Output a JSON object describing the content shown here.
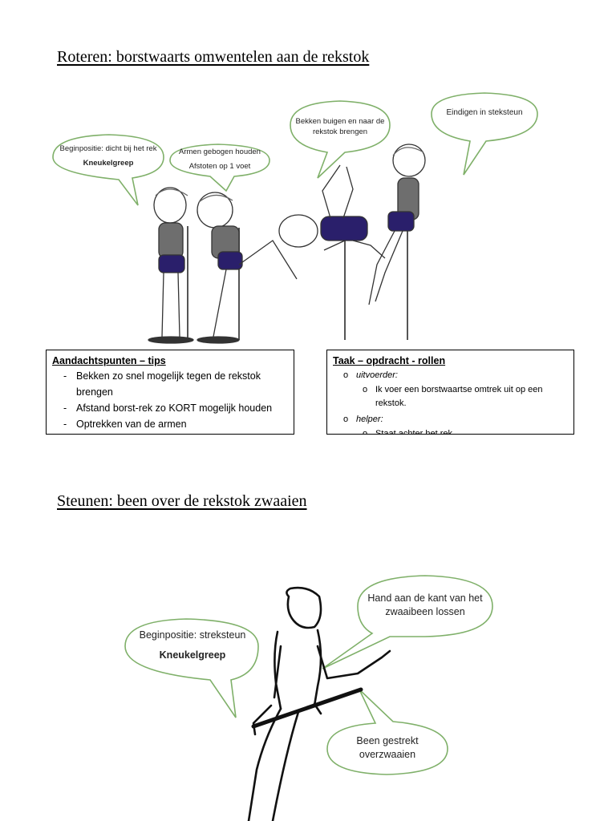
{
  "section1": {
    "title": "Roteren: borstwaarts omwentelen aan de rekstok",
    "bubbles": {
      "b1_line1": "Beginpositie: dicht bij het rek",
      "b1_line2": "Kneukelgreep",
      "b2_line1": "Armen gebogen houden",
      "b2_line2": "Afstoten op 1 voet",
      "b3": "Bekken buigen en naar de rekstok brengen",
      "b4": "Eindigen in steksteun"
    },
    "tips": {
      "title": "Aandachtspunten – tips",
      "items": [
        "Bekken zo snel mogelijk tegen de rekstok brengen",
        "Afstand borst-rek zo KORT mogelijk houden",
        "Optrekken van de armen"
      ]
    },
    "task": {
      "title": "Taak – opdracht - rollen",
      "role1": "uitvoerder:",
      "role1_text": "Ik voer een borstwaartse omtrek uit op een rekstok.",
      "role2": "helper:",
      "role2_text": "Staat achter het rek"
    }
  },
  "section2": {
    "title": "Steunen: been over de rekstok zwaaien",
    "bubbles": {
      "b1_line1": "Beginpositie: streksteun",
      "b1_line2": "Kneukelgreep",
      "b2": "Hand aan de kant van het zwaaibeen lossen",
      "b3": "Been gestrekt overzwaaien"
    }
  },
  "colors": {
    "bubble_outline": "#7fb069",
    "shorts": "#2a1f6b",
    "shirt": "#6e6e6e",
    "skin": "#ffffff"
  }
}
